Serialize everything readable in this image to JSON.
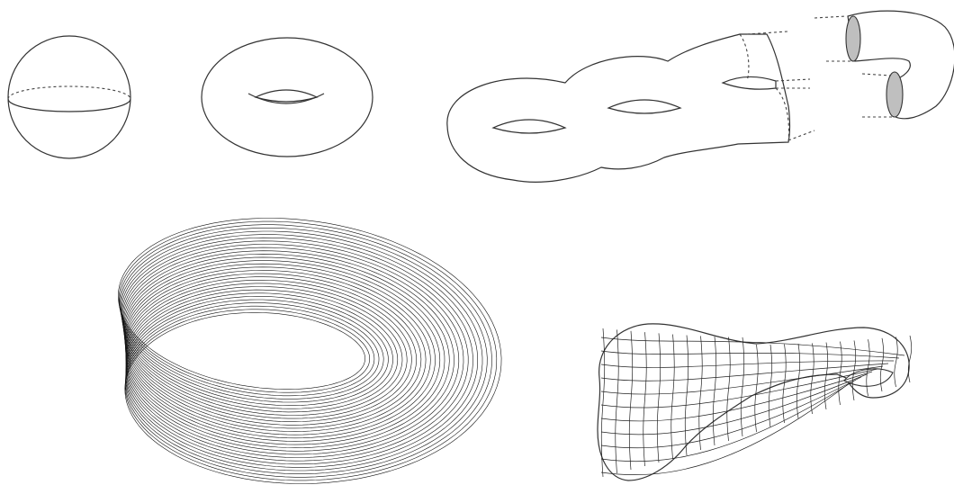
{
  "figure": {
    "surfaces": [
      {
        "id": "sphere",
        "kind": "sphere"
      },
      {
        "id": "torus",
        "kind": "torus"
      },
      {
        "id": "multi-genus",
        "kind": "surface with handles and cut tubes"
      },
      {
        "id": "mobius",
        "kind": "mobius strip"
      },
      {
        "id": "klein",
        "kind": "klein bottle"
      }
    ],
    "colors": {
      "surface_fill": "#dcdcdc",
      "outline": "#333333",
      "mesh_line": "#222222",
      "background": "#ffffff"
    }
  }
}
